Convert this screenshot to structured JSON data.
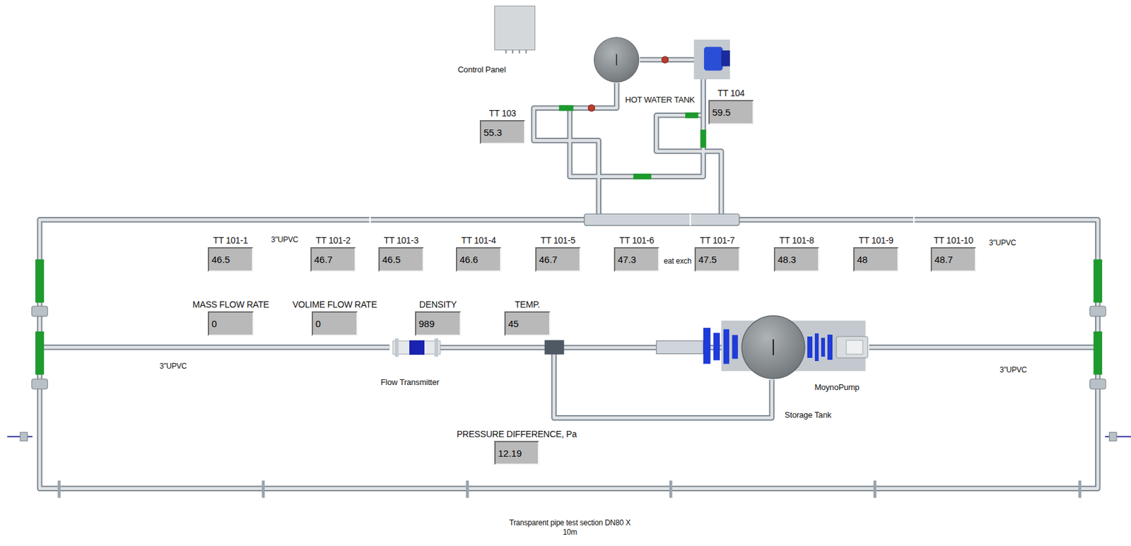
{
  "diagram": {
    "nodes": [
      {
        "text": [
          "Control Panel"
        ]
      },
      {
        "text": [
          "HOT WATER TANK"
        ]
      },
      {
        "text": [
          "TT 103",
          "55.3"
        ]
      },
      {
        "text": [
          "TT 104",
          "59.5"
        ]
      },
      {
        "text": [
          "TT 101-1",
          "46.5"
        ]
      },
      {
        "text": [
          "TT 101-2",
          "46.7"
        ]
      },
      {
        "text": [
          "TT 101-3",
          "46.5"
        ]
      },
      {
        "text": [
          "TT 101-4",
          "46.6"
        ]
      },
      {
        "text": [
          "TT 101-5",
          "46.7"
        ]
      },
      {
        "text": [
          "TT 101-6",
          "47.3"
        ]
      },
      {
        "text": [
          "TT 101-7",
          "47.5"
        ]
      },
      {
        "text": [
          "TT 101-8",
          "48.3"
        ]
      },
      {
        "text": [
          "TT 101-9",
          "48"
        ]
      },
      {
        "text": [
          "TT 101-10",
          "48.7"
        ]
      },
      {
        "text": [
          "MASS FLOW RATE",
          "0"
        ]
      },
      {
        "text": [
          "VOLIME FLOW RATE",
          "0"
        ]
      },
      {
        "text": [
          "DENSITY",
          "989"
        ]
      },
      {
        "text": [
          "TEMP.",
          "45"
        ]
      },
      {
        "text": [
          "Flow Transmitter"
        ]
      },
      {
        "text": [
          "Storage Tank"
        ]
      },
      {
        "text": [
          "MoynoPump"
        ]
      },
      {
        "text": [
          "PRESSURE DIFFERENCE, Pa",
          "12.19"
        ]
      }
    ],
    "edges": [
      {
        "from": 19,
        "to": 18,
        "arrow": "none"
      }
    ],
    "labels": [
      "3\"UPVC",
      "3\"UPVC",
      "eat exch",
      "3\"UPVC",
      "3\"UPVC",
      "Transparent pipe test section DN80 X 10m"
    ]
  }
}
